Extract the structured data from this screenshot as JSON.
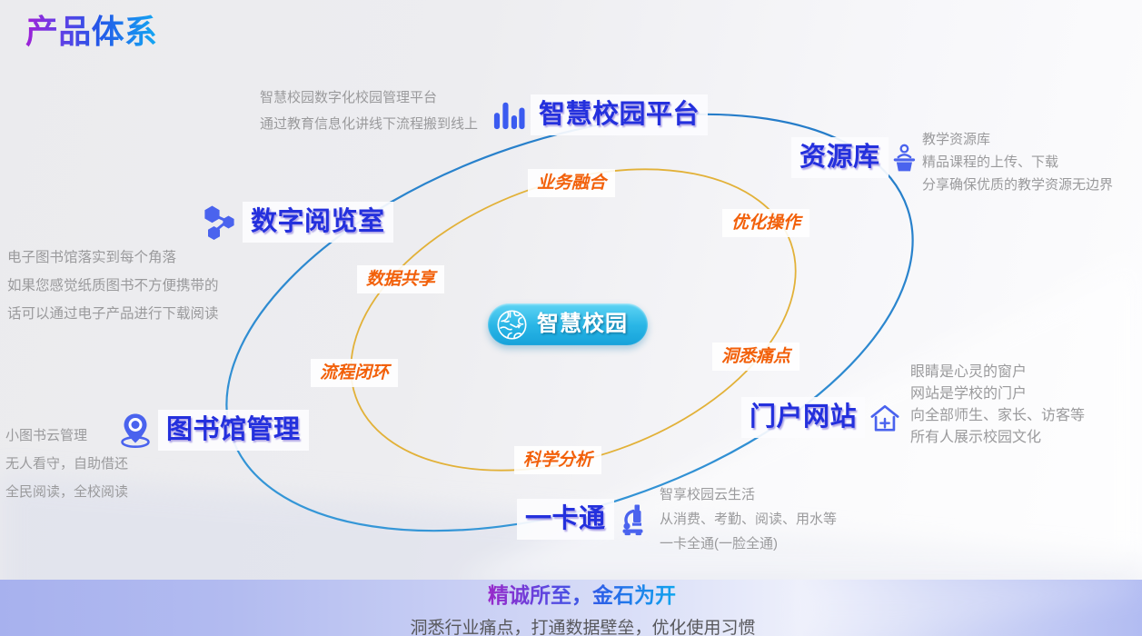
{
  "title": "产品体系",
  "center": {
    "label": "智慧校园",
    "icon": "brain"
  },
  "nodes": {
    "platform": {
      "label": "智慧校园平台",
      "icon": "bar-chart"
    },
    "resource": {
      "label": "资源库",
      "icon": "podium-person"
    },
    "portal": {
      "label": "门户网站",
      "icon": "house-plus"
    },
    "card": {
      "label": "一卡通",
      "icon": "microscope"
    },
    "library": {
      "label": "图书馆管理",
      "icon": "map-pin"
    },
    "reading": {
      "label": "数字阅览室",
      "icon": "molecule"
    }
  },
  "ring_labels": {
    "fusion": "业务融合",
    "optimize": "优化操作",
    "share": "数据共享",
    "insight": "洞悉痛点",
    "loop": "流程闭环",
    "analyze": "科学分析"
  },
  "descriptions": {
    "platform": [
      "智慧校园数字化校园管理平台",
      "通过教育信息化讲线下流程搬到线上"
    ],
    "resource": [
      "教学资源库",
      "精品课程的上传、下载",
      "分享确保优质的教学资源无边界"
    ],
    "portal": [
      "眼睛是心灵的窗户",
      "网站是学校的门户",
      "向全部师生、家长、访客等",
      "所有人展示校园文化"
    ],
    "card": [
      "智享校园云生活",
      "从消费、考勤、阅读、用水等",
      "一卡全通(一脸全通)"
    ],
    "library": [
      "小图书云管理",
      "无人看守，自助借还",
      "全民阅读，全校阅读"
    ],
    "reading": [
      "电子图书馆落实到每个角落",
      "如果您感觉纸质图书不方便携带的",
      "话可以通过电子产品进行下载阅读"
    ]
  },
  "footer": {
    "slogan": "精诚所至，金石为开",
    "subtitle": "洞悉行业痛点，打通数据壁垒，优化使用习惯"
  },
  "colors": {
    "node_text": "#2334d8",
    "icon_blue": "#4a63ee",
    "ring_label_orange": "#f2600a",
    "outer_ellipse": "#2b85cf",
    "inner_ellipse": "#e6b63e",
    "pill_cyan": "#1fa6d8"
  }
}
